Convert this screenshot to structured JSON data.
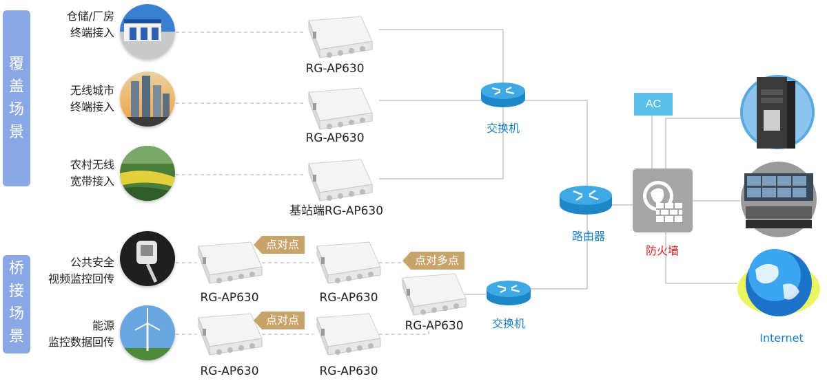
{
  "side_tabs": {
    "coverage": [
      "覆",
      "盖",
      "场",
      "景"
    ],
    "bridge": [
      "桥",
      "接",
      "场",
      "景"
    ]
  },
  "scenes": {
    "warehouse": [
      "仓储/厂房",
      "终端接入"
    ],
    "city": [
      "无线城市",
      "终端接入"
    ],
    "rural": [
      "农村无线",
      "宽带接入"
    ],
    "security": [
      "公共安全",
      "视频监控回传"
    ],
    "energy": [
      "能源",
      "监控数据回传"
    ]
  },
  "ap_labels": {
    "ap1": "RG-AP630",
    "ap2": "RG-AP630",
    "ap3": "基站端RG-AP630",
    "ap4": "RG-AP630",
    "ap5": "RG-AP630",
    "ap6": "RG-AP630",
    "ap7": "RG-AP630",
    "ap8": "RG-AP630"
  },
  "tags": {
    "p2p_top": "点对点",
    "p2mp": "点对多点",
    "p2p_bottom": "点对点"
  },
  "devices": {
    "switch_top": "交换机",
    "switch_bottom": "交换机",
    "router": "路由器",
    "firewall": "防火墙",
    "ac": "AC",
    "internet": "Internet"
  },
  "colors": {
    "side_tab": "#8aa8e6",
    "tag": "#c8a36a",
    "blue_text": "#1a80c4",
    "firewall_text": "#d81f1f",
    "ac_box": "#5bc0e8",
    "line": "#9a9a9a"
  }
}
